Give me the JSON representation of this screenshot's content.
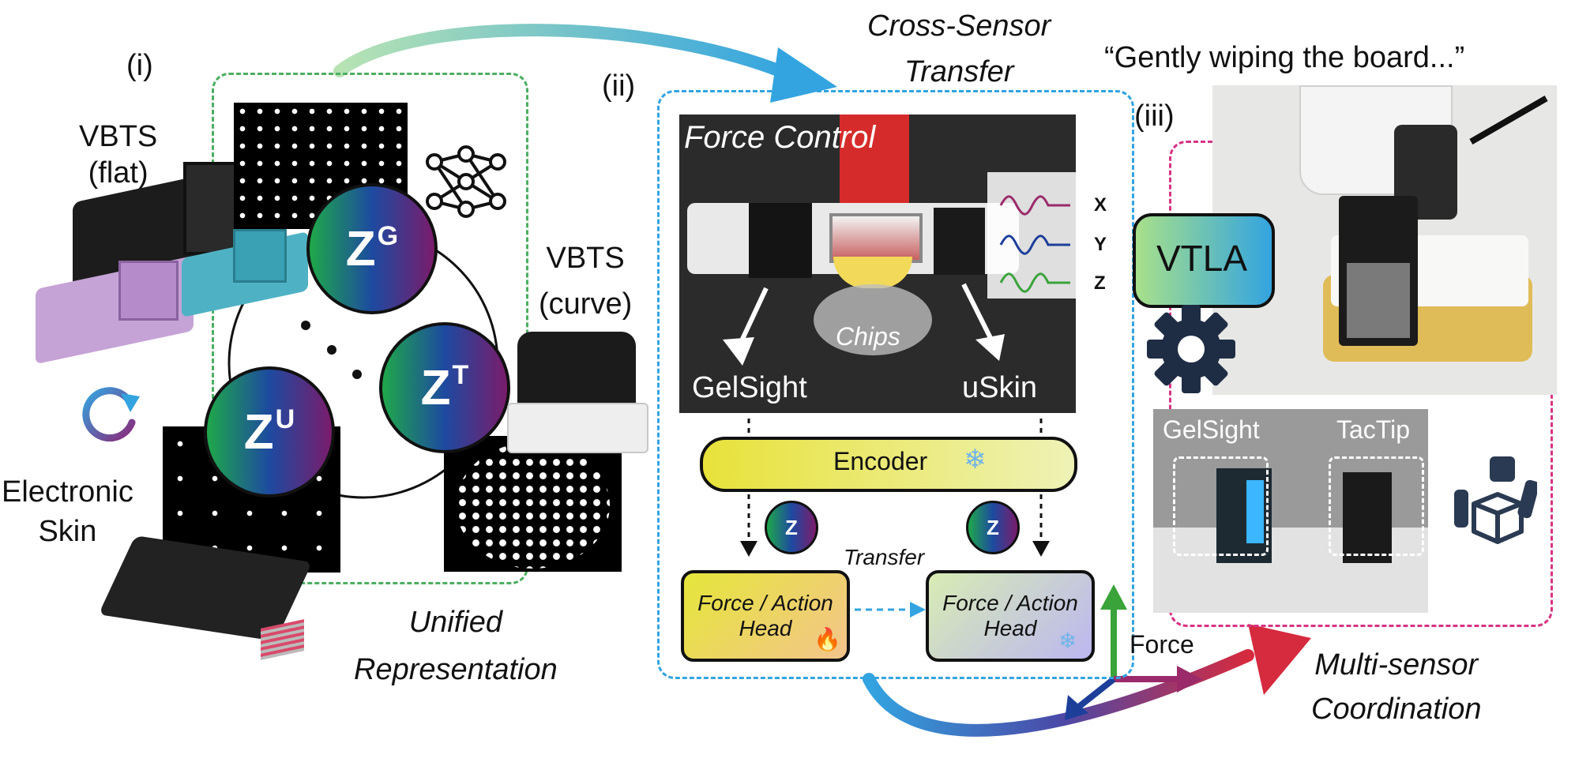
{
  "section_i": {
    "tag": "(i)",
    "vbts_flat_line1": "VBTS",
    "vbts_flat_line2": "(flat)",
    "vbts_curve_line1": "VBTS",
    "vbts_curve_line2": "(curve)",
    "eskin_line1": "Electronic",
    "eskin_line2": "Skin",
    "caption_line1": "Unified",
    "caption_line2": "Representation",
    "latents": [
      {
        "base": "Z",
        "sup": "G"
      },
      {
        "base": "Z",
        "sup": "T"
      },
      {
        "base": "Z",
        "sup": "U"
      }
    ]
  },
  "section_ii": {
    "tag": "(ii)",
    "title_line1": "Cross-Sensor",
    "title_line2": "Transfer",
    "photo_title": "Force Control",
    "axes": [
      "X",
      "Y",
      "Z"
    ],
    "chips_label": "Chips",
    "left_sensor": "GelSight",
    "right_sensor": "uSkin",
    "encoder_label": "Encoder",
    "z_label": "Z",
    "transfer_label": "Transfer",
    "head_left_line1": "Force / Action",
    "head_left_line2": "Head",
    "head_right_line1": "Force / Action",
    "head_right_line2": "Head",
    "force_label": "Force",
    "fire_icon": "🔥",
    "snow_icon": "❄"
  },
  "section_iii": {
    "tag": "(iii)",
    "quote": "“Gently wiping the board...”",
    "vtla_label": "VTLA",
    "sensor_left": "GelSight",
    "sensor_right": "TacTip",
    "caption_line1": "Multi-sensor",
    "caption_line2": "Coordination"
  }
}
